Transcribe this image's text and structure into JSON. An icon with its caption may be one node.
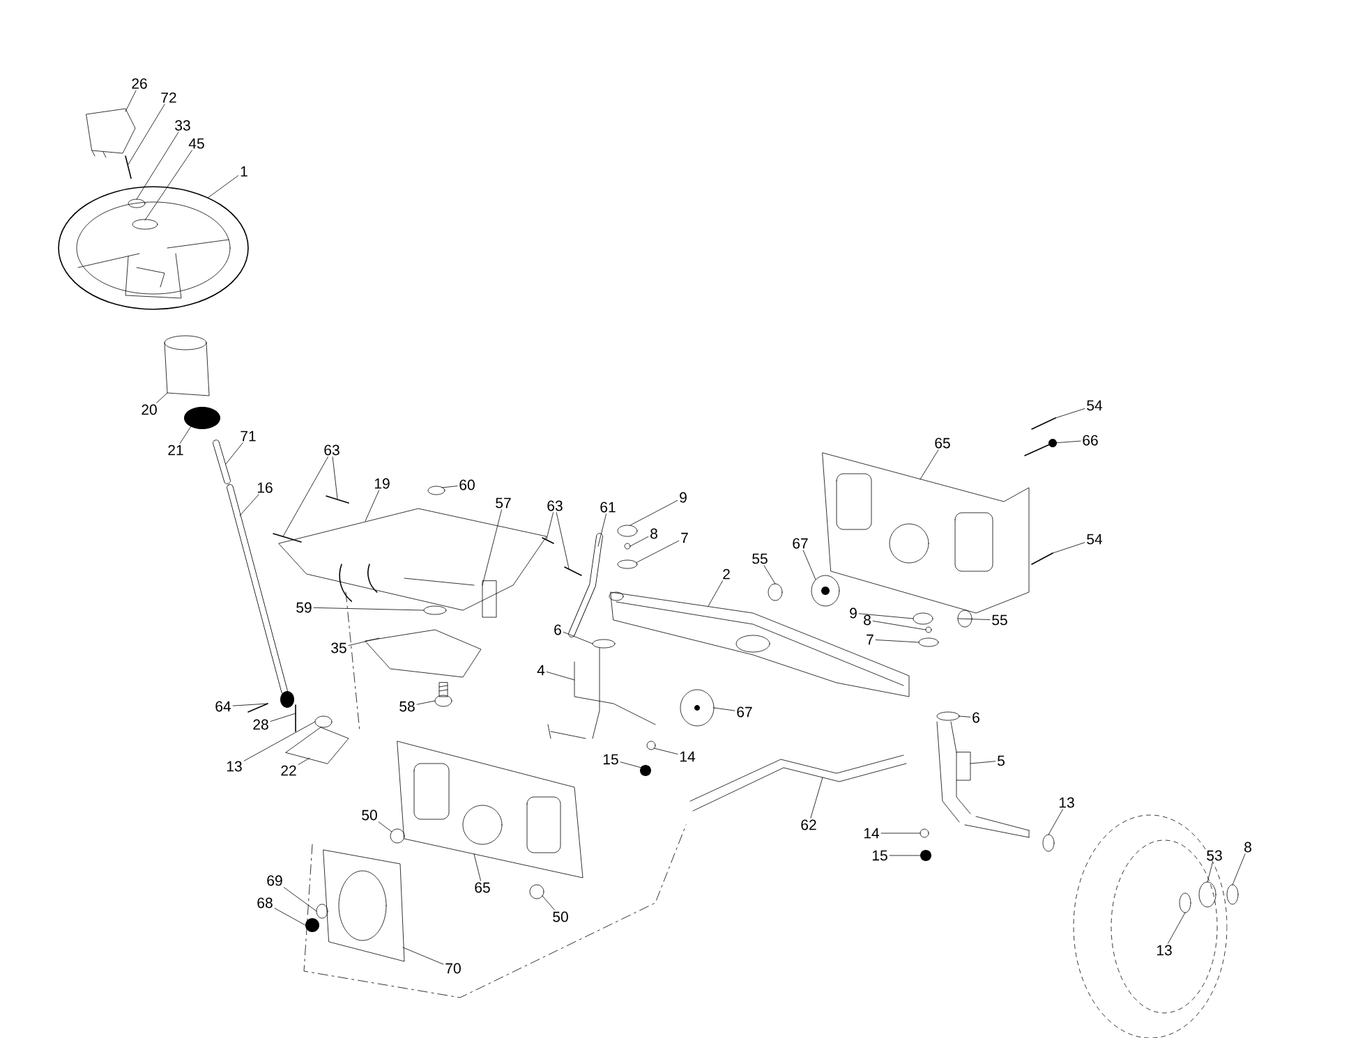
{
  "diagram": {
    "nodes": [
      {
        "text": [
          "26"
        ]
      },
      {
        "text": [
          "72"
        ]
      },
      {
        "text": [
          "33"
        ]
      },
      {
        "text": [
          "45"
        ]
      },
      {
        "text": [
          "1"
        ]
      },
      {
        "text": [
          "20"
        ]
      },
      {
        "text": [
          "21"
        ]
      },
      {
        "text": [
          "71"
        ]
      },
      {
        "text": [
          "63"
        ]
      },
      {
        "text": [
          "16"
        ]
      },
      {
        "text": [
          "60"
        ]
      },
      {
        "text": [
          "19"
        ]
      },
      {
        "text": [
          "65"
        ]
      },
      {
        "text": [
          "54"
        ]
      },
      {
        "text": [
          "66"
        ]
      },
      {
        "text": [
          "57"
        ]
      },
      {
        "text": [
          "63"
        ]
      },
      {
        "text": [
          "61"
        ]
      },
      {
        "text": [
          "9"
        ]
      },
      {
        "text": [
          "8"
        ]
      },
      {
        "text": [
          "7"
        ]
      },
      {
        "text": [
          "54"
        ]
      },
      {
        "text": [
          "67"
        ]
      },
      {
        "text": [
          "55"
        ]
      },
      {
        "text": [
          "2"
        ]
      },
      {
        "text": [
          "59"
        ]
      },
      {
        "text": [
          "9"
        ]
      },
      {
        "text": [
          "8"
        ]
      },
      {
        "text": [
          "55"
        ]
      },
      {
        "text": [
          "6"
        ]
      },
      {
        "text": [
          "7"
        ]
      },
      {
        "text": [
          "35"
        ]
      },
      {
        "text": [
          "4"
        ]
      },
      {
        "text": [
          "64"
        ]
      },
      {
        "text": [
          "58"
        ]
      },
      {
        "text": [
          "67"
        ]
      },
      {
        "text": [
          "6"
        ]
      },
      {
        "text": [
          "28"
        ]
      },
      {
        "text": [
          "14"
        ]
      },
      {
        "text": [
          "15"
        ]
      },
      {
        "text": [
          "5"
        ]
      },
      {
        "text": [
          "13"
        ]
      },
      {
        "text": [
          "22"
        ]
      },
      {
        "text": [
          "62"
        ]
      },
      {
        "text": [
          "13"
        ]
      },
      {
        "text": [
          "50"
        ]
      },
      {
        "text": [
          "14"
        ]
      },
      {
        "text": [
          "8"
        ]
      },
      {
        "text": [
          "15"
        ]
      },
      {
        "text": [
          "53"
        ]
      },
      {
        "text": [
          "69"
        ]
      },
      {
        "text": [
          "65"
        ]
      },
      {
        "text": [
          "68"
        ]
      },
      {
        "text": [
          "50"
        ]
      },
      {
        "text": [
          "13"
        ]
      },
      {
        "text": [
          "70"
        ]
      },
      {
        "text": [],
        "shape": "picture"
      },
      {
        "text": [],
        "shape": "picture"
      },
      {
        "text": [],
        "shape": "picture"
      },
      {
        "text": [],
        "shape": "circle",
        "in": 58
      },
      {
        "text": [],
        "shape": "circle",
        "in": 58
      },
      {
        "text": [],
        "shape": "picture"
      },
      {
        "text": [],
        "shape": "circle"
      },
      {
        "text": [],
        "shape": "picture"
      },
      {
        "text": [],
        "shape": "picture"
      },
      {
        "text": [],
        "shape": "picture"
      },
      {
        "text": [],
        "shape": "picture"
      },
      {
        "text": [],
        "shape": "circle"
      },
      {
        "text": [],
        "shape": "picture"
      },
      {
        "text": [],
        "shape": "picture"
      },
      {
        "text": [],
        "shape": "picture"
      },
      {
        "text": [],
        "shape": "picture"
      },
      {
        "text": [],
        "shape": "box"
      },
      {
        "text": [],
        "shape": "picture"
      },
      {
        "text": [],
        "shape": "picture"
      },
      {
        "text": [],
        "shape": "picture"
      },
      {
        "text": [],
        "shape": "circle"
      },
      {
        "text": [],
        "shape": "circle"
      },
      {
        "text": [],
        "shape": "circle"
      },
      {
        "text": [],
        "shape": "picture"
      },
      {
        "text": [],
        "shape": "picture"
      },
      {
        "text": [],
        "shape": "circle"
      },
      {
        "text": [],
        "shape": "picture"
      },
      {
        "text": [],
        "shape": "circle"
      },
      {
        "text": [],
        "shape": "circle"
      },
      {
        "text": [],
        "shape": "circle"
      },
      {
        "text": [],
        "shape": "circle"
      },
      {
        "text": [],
        "shape": "circle"
      },
      {
        "text": [],
        "shape": "circle"
      },
      {
        "text": [],
        "shape": "picture"
      },
      {
        "text": [],
        "shape": "picture"
      },
      {
        "text": [],
        "shape": "picture"
      },
      {
        "text": [],
        "shape": "picture"
      },
      {
        "text": [],
        "shape": "picture"
      },
      {
        "text": [],
        "shape": "circle"
      },
      {
        "text": [],
        "shape": "picture"
      },
      {
        "text": [],
        "shape": "circle"
      },
      {
        "text": [],
        "shape": "circle"
      },
      {
        "text": [],
        "shape": "picture"
      },
      {
        "text": [],
        "shape": "circle"
      },
      {
        "text": [],
        "shape": "picture"
      },
      {
        "text": [],
        "shape": "picture"
      },
      {
        "text": [],
        "shape": "circle"
      },
      {
        "text": [],
        "shape": "circle"
      },
      {
        "text": [],
        "shape": "circle"
      },
      {
        "text": [],
        "shape": "circle"
      },
      {
        "text": [],
        "shape": "circle"
      },
      {
        "text": [],
        "shape": "circle"
      },
      {
        "text": [],
        "shape": "circle"
      },
      {
        "text": [],
        "shape": "picture"
      },
      {
        "text": [],
        "shape": "circle"
      },
      {
        "text": [],
        "shape": "circle"
      },
      {
        "text": [],
        "shape": "circle"
      },
      {
        "text": [],
        "shape": "picture"
      }
    ],
    "edges": [
      {
        "from": 0,
        "to": 56,
        "arrow": "none"
      },
      {
        "from": 1,
        "to": 57,
        "arrow": "none"
      },
      {
        "from": 2,
        "to": 59,
        "arrow": "none"
      },
      {
        "from": 3,
        "to": 60,
        "arrow": "none"
      },
      {
        "from": 4,
        "to": 58,
        "arrow": "none"
      },
      {
        "from": 5,
        "to": 61,
        "arrow": "none"
      },
      {
        "from": 6,
        "to": 62,
        "arrow": "none"
      },
      {
        "from": 7,
        "to": 63,
        "arrow": "none"
      },
      {
        "from": 8,
        "to": 64,
        "arrow": "none"
      },
      {
        "from": 8,
        "to": 65,
        "arrow": "none"
      },
      {
        "from": 9,
        "to": 66,
        "arrow": "none"
      },
      {
        "from": 10,
        "to": 67,
        "arrow": "none"
      },
      {
        "from": 11,
        "to": 68,
        "arrow": "none"
      },
      {
        "from": 12,
        "to": 69,
        "arrow": "none"
      },
      {
        "from": 13,
        "to": 70,
        "arrow": "none"
      },
      {
        "from": 14,
        "to": 71,
        "arrow": "none"
      },
      {
        "from": 15,
        "to": 72,
        "arrow": "none"
      },
      {
        "from": 16,
        "to": 73,
        "arrow": "none"
      },
      {
        "from": 16,
        "to": 74,
        "arrow": "none"
      },
      {
        "from": 17,
        "to": 75,
        "arrow": "none"
      },
      {
        "from": 18,
        "to": 76,
        "arrow": "none"
      },
      {
        "from": 19,
        "to": 77,
        "arrow": "none"
      },
      {
        "from": 20,
        "to": 78,
        "arrow": "none"
      },
      {
        "from": 21,
        "to": 79,
        "arrow": "none"
      },
      {
        "from": 22,
        "to": 80,
        "arrow": "none"
      },
      {
        "from": 23,
        "to": 81,
        "arrow": "none"
      },
      {
        "from": 24,
        "to": 82,
        "arrow": "none"
      },
      {
        "from": 25,
        "to": 83,
        "arrow": "none"
      },
      {
        "from": 26,
        "to": 84,
        "arrow": "none"
      },
      {
        "from": 27,
        "to": 85,
        "arrow": "none"
      },
      {
        "from": 28,
        "to": 86,
        "arrow": "none"
      },
      {
        "from": 29,
        "to": 87,
        "arrow": "none"
      },
      {
        "from": 30,
        "to": 88,
        "arrow": "none"
      },
      {
        "from": 31,
        "to": 89,
        "arrow": "none"
      },
      {
        "from": 32,
        "to": 90,
        "arrow": "none"
      },
      {
        "from": 33,
        "to": 91,
        "arrow": "none"
      },
      {
        "from": 34,
        "to": 92,
        "arrow": "none"
      },
      {
        "from": 35,
        "to": 93,
        "arrow": "none"
      },
      {
        "from": 36,
        "to": 94,
        "arrow": "none"
      },
      {
        "from": 37,
        "to": 95,
        "arrow": "none"
      },
      {
        "from": 38,
        "to": 96,
        "arrow": "none"
      },
      {
        "from": 39,
        "to": 97,
        "arrow": "none"
      },
      {
        "from": 40,
        "to": 98,
        "arrow": "none"
      },
      {
        "from": 41,
        "to": 99,
        "arrow": "none"
      },
      {
        "from": 42,
        "to": 100,
        "arrow": "none"
      },
      {
        "from": 43,
        "to": 101,
        "arrow": "none"
      },
      {
        "from": 44,
        "to": 102,
        "arrow": "none"
      },
      {
        "from": 45,
        "to": 103,
        "arrow": "none"
      },
      {
        "from": 46,
        "to": 104,
        "arrow": "none"
      },
      {
        "from": 47,
        "to": 105,
        "arrow": "none"
      },
      {
        "from": 48,
        "to": 106,
        "arrow": "none"
      },
      {
        "from": 49,
        "to": 107,
        "arrow": "none"
      },
      {
        "from": 50,
        "to": 108,
        "arrow": "none"
      },
      {
        "from": 51,
        "to": 109,
        "arrow": "none"
      },
      {
        "from": 52,
        "to": 110,
        "arrow": "none"
      },
      {
        "from": 53,
        "to": 111,
        "arrow": "none"
      },
      {
        "from": 54,
        "to": 112,
        "arrow": "none"
      },
      {
        "from": 55,
        "to": 113,
        "arrow": "none"
      }
    ]
  }
}
